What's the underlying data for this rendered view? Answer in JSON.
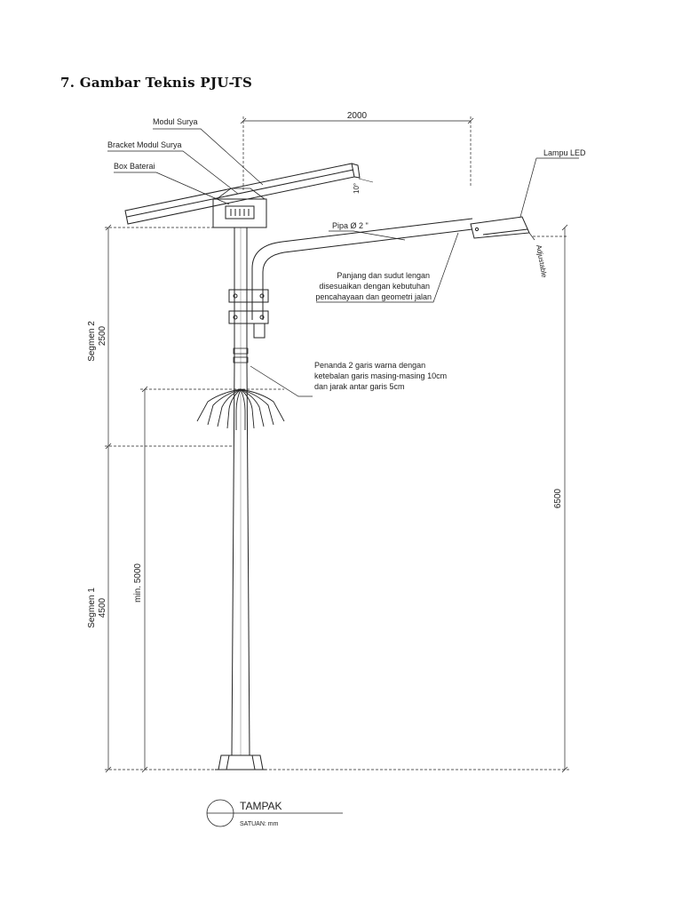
{
  "page": {
    "heading": "7. Gambar Teknis PJU-TS"
  },
  "drawing": {
    "labels": {
      "modul_surya": "Modul Surya",
      "bracket_modul_surya": "Bracket Modul Surya",
      "box_baterai": "Box Baterai",
      "lampu_led": "Lampu LED",
      "pipa": "Pipa Ø 2 \"",
      "adjustable": "Adjustable",
      "tilt": "10°",
      "arm_note": [
        "Panjang dan sudut lengan",
        "disesuaikan dengan kebutuhan",
        "pencahayaan dan geometri jalan"
      ],
      "marker_note": [
        "Penanda 2 garis warna dengan",
        "ketebalan garis masing-masing 10cm",
        "dan jarak antar garis 5cm"
      ]
    },
    "dimensions": {
      "arm_length": "2000",
      "segmen_2_name": "Segmen 2",
      "segmen_2_value": "2500",
      "segmen_1_name": "Segmen 1",
      "segmen_1_value": "4500",
      "min_height": "min. 5000",
      "total_height": "6500"
    },
    "title_block": {
      "view": "TAMPAK",
      "unit": "SATUAN: mm"
    }
  }
}
